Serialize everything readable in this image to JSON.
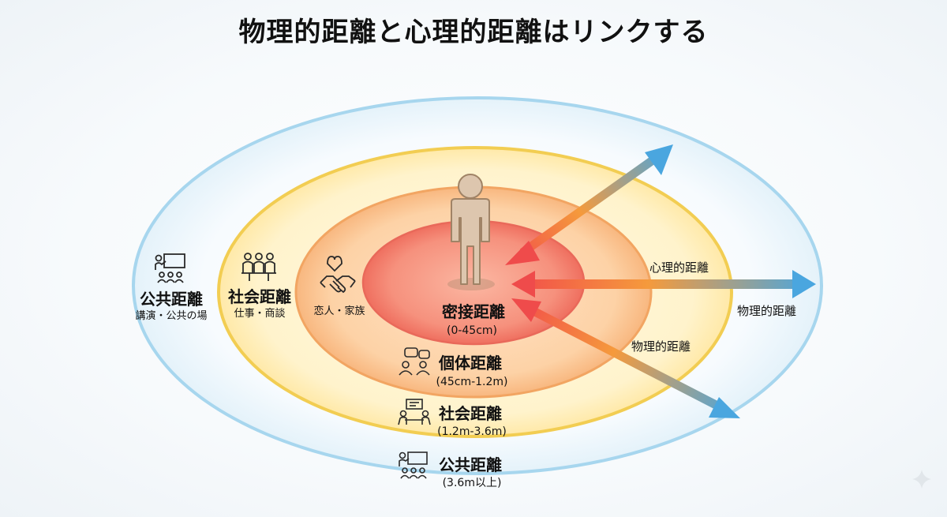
{
  "title": "物理的距離と心理的距離はリンクする",
  "zones": {
    "intimate": {
      "name": "密接距離",
      "range": "(0-45cm)"
    },
    "personal": {
      "name": "個体距離",
      "range": "(45cm-1.2m)"
    },
    "social": {
      "name": "社会距離",
      "range": "(1.2m-3.6m)"
    },
    "public": {
      "name": "公共距離",
      "range": "(3.6m以上)"
    }
  },
  "side_labels": {
    "public": {
      "name": "公共距離",
      "desc": "講演・公共の場"
    },
    "social": {
      "name": "社会距離",
      "desc": "仕事・商談"
    },
    "personal": {
      "desc": "恋人・家族"
    }
  },
  "arrows": {
    "upper": "心理的距離",
    "middle": "物理的距離",
    "lower": "物理的距離"
  },
  "colors": {
    "public_ring": "#9fd3ec",
    "social_ring": "#f5cf55",
    "personal_ring": "#f3a761",
    "intimate_ring": "#ee6f5e",
    "arrow_start": "#f04e4e",
    "arrow_end": "#4aa3de"
  }
}
